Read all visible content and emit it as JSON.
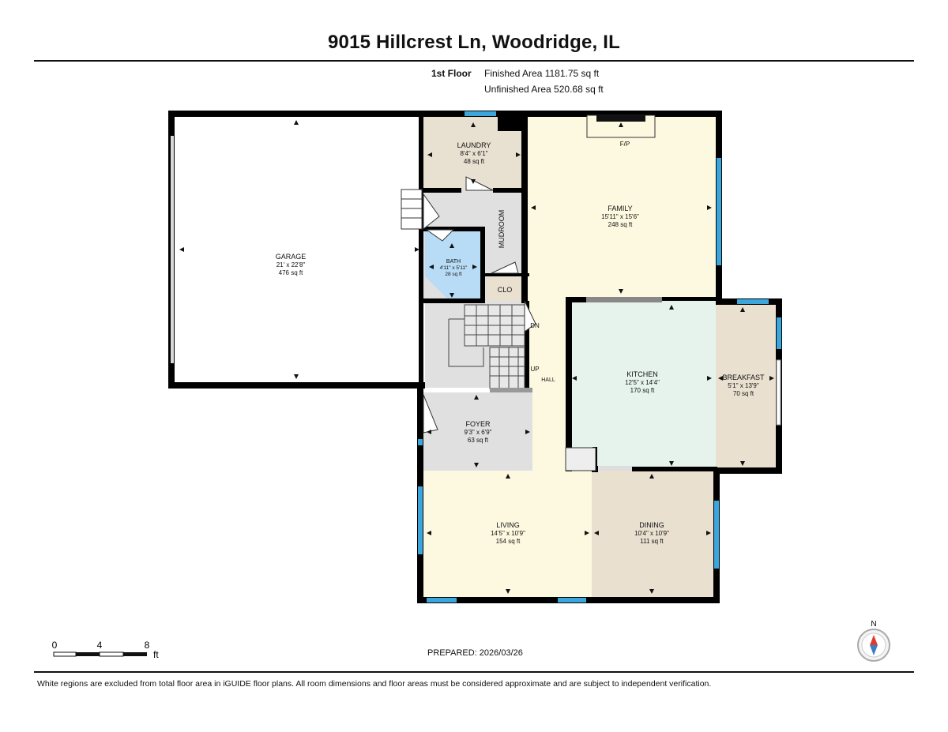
{
  "header": {
    "title": "9015 Hillcrest Ln, Woodridge, IL"
  },
  "floor": {
    "label": "1st Floor",
    "finished_area": "Finished Area 1181.75 sq ft",
    "unfinished_area": "Unfinished Area 520.68 sq ft"
  },
  "rooms": {
    "garage": {
      "name": "GARAGE",
      "dims": "21' x 22'8\"",
      "area": "476 sq ft"
    },
    "laundry": {
      "name": "LAUNDRY",
      "dims": "8'4\" x 6'1\"",
      "area": "48 sq ft"
    },
    "family": {
      "name": "FAMILY",
      "dims": "15'11\" x 15'6\"",
      "area": "248 sq ft"
    },
    "bath": {
      "name": "BATH",
      "dims": "4'11\" x 5'11\"",
      "area": "28 sq ft"
    },
    "kitchen": {
      "name": "KITCHEN",
      "dims": "12'5\" x 14'4\"",
      "area": "170 sq ft"
    },
    "breakfast": {
      "name": "BREAKFAST",
      "dims": "5'1\" x 13'9\"",
      "area": "70 sq ft"
    },
    "foyer": {
      "name": "FOYER",
      "dims": "9'3\" x 6'9\"",
      "area": "63 sq ft"
    },
    "living": {
      "name": "LIVING",
      "dims": "14'5\" x 10'9\"",
      "area": "154 sq ft"
    },
    "dining": {
      "name": "DINING",
      "dims": "10'4\" x 10'9\"",
      "area": "111 sq ft"
    }
  },
  "labels": {
    "mudroom": "MUDROOM",
    "clo": "CLO",
    "fp": "F/P",
    "dn": "DN",
    "up": "UP",
    "hall": "HALL"
  },
  "scale_bar": {
    "ticks": [
      "0",
      "4",
      "8"
    ],
    "unit": "ft"
  },
  "compass": {
    "letter": "N"
  },
  "footer": {
    "prepared": "PREPARED: 2026/03/26",
    "disclaimer": "White regions are excluded from total floor area in iGUIDE floor plans. All room dimensions and floor areas must be considered approximate and are subject to independent verification."
  },
  "colors": {
    "wall": "#000000",
    "window": "#3aa6dc",
    "garage": "#ffffff",
    "laundry": "#e8e0d0",
    "mudroom": "#e0e0e0",
    "bath": "#b8dcf5",
    "family": "#fdf9e0",
    "kitchen": "#e6f3ec",
    "breakfast": "#e9e0d0",
    "foyer": "#e0e0e0",
    "living": "#fdf9e0",
    "dining": "#e9e0d0"
  }
}
